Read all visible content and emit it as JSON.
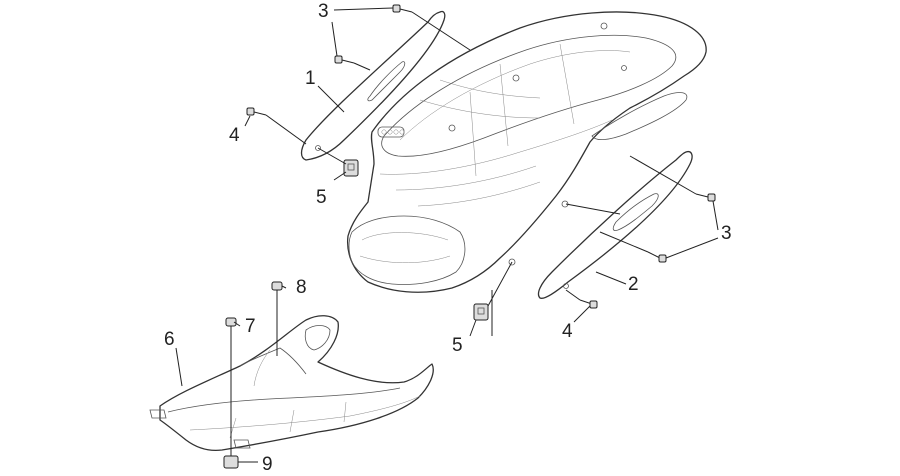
{
  "callouts": [
    {
      "id": "c1",
      "label": "1"
    },
    {
      "id": "c2",
      "label": "2"
    },
    {
      "id": "c3a",
      "label": "3"
    },
    {
      "id": "c3b",
      "label": "3"
    },
    {
      "id": "c4a",
      "label": "4"
    },
    {
      "id": "c4b",
      "label": "4"
    },
    {
      "id": "c5a",
      "label": "5"
    },
    {
      "id": "c5b",
      "label": "5"
    },
    {
      "id": "c6",
      "label": "6"
    },
    {
      "id": "c7",
      "label": "7"
    },
    {
      "id": "c8",
      "label": "8"
    },
    {
      "id": "c9",
      "label": "9"
    }
  ]
}
